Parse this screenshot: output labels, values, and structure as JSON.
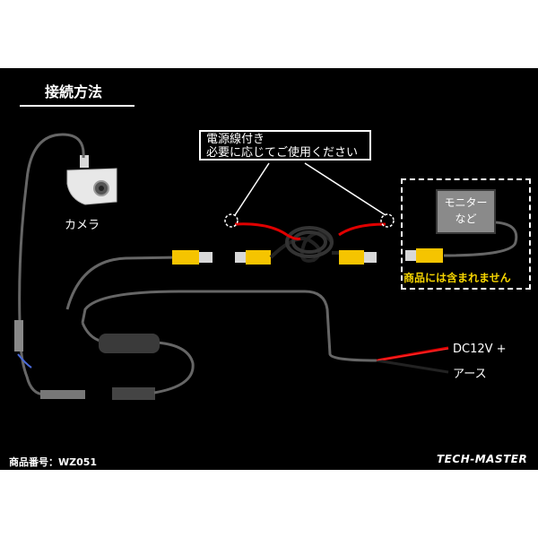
{
  "header": {
    "title": "接続方法"
  },
  "callout": {
    "line1": "電源線付き",
    "line2": "必要に応じてご使用ください"
  },
  "camera": {
    "label": "カメラ"
  },
  "monitor": {
    "line1": "モニター",
    "line2": "など",
    "note": "商品には含まれません"
  },
  "power": {
    "positive_label": "DC12V +",
    "ground_label": "アース"
  },
  "footer": {
    "product_number": "商品番号：WZ051",
    "brand": "TECH-MASTER"
  },
  "colors": {
    "background": "#000000",
    "wire": "#666666",
    "rca_yellow": "#f5c400",
    "power_red": "#e00000",
    "note_yellow": "#f5d400"
  }
}
